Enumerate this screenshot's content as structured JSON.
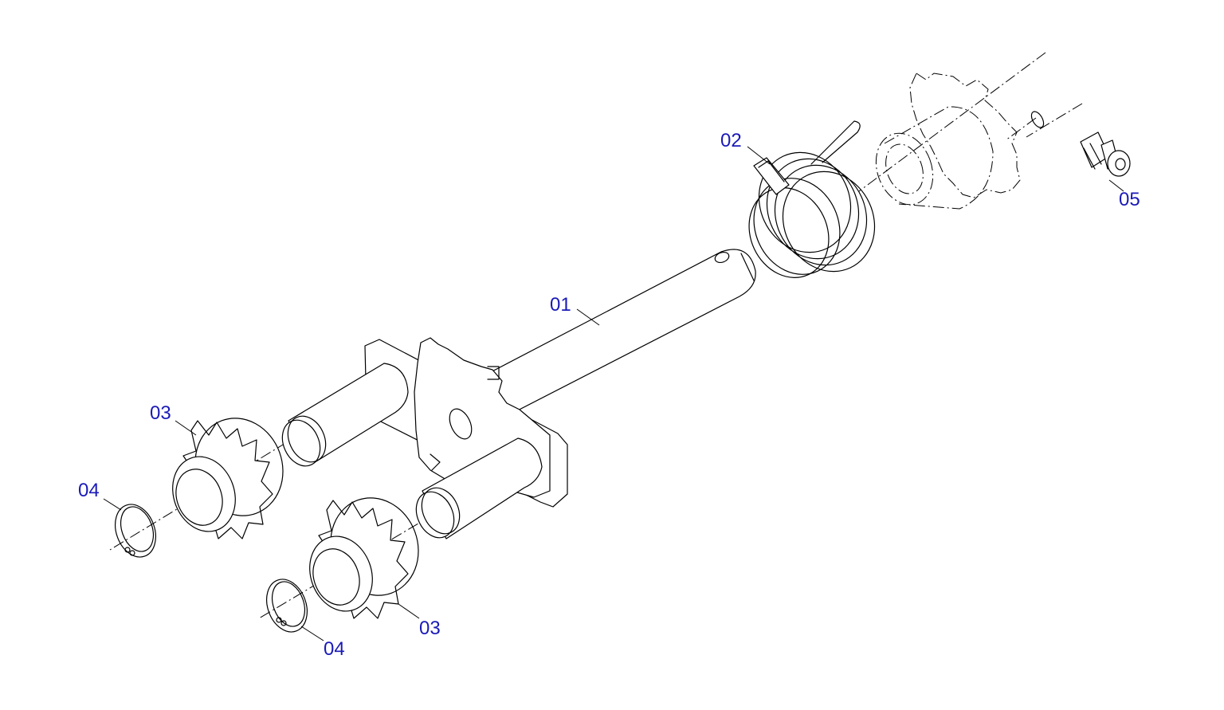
{
  "colors": {
    "callout": "#1a1ab8",
    "line": "#000000",
    "background": "#ffffff"
  },
  "callouts": {
    "c01": "01",
    "c02": "02",
    "c03a": "03",
    "c03b": "03",
    "c04a": "04",
    "c04b": "04",
    "c05": "05"
  }
}
